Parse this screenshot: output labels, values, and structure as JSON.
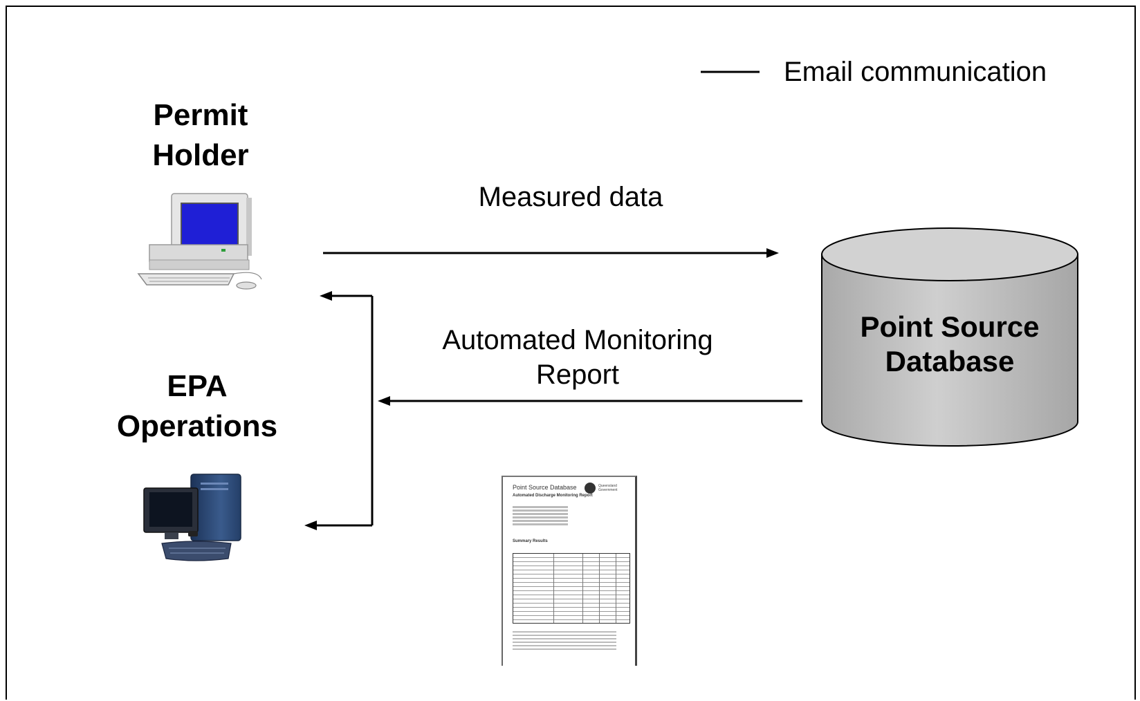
{
  "legend": {
    "label": "Email communication"
  },
  "actors": {
    "permit_holder": {
      "line1": "Permit",
      "line2": "Holder"
    },
    "epa_operations": {
      "line1": "EPA",
      "line2": "Operations"
    }
  },
  "flows": {
    "measured_data": {
      "label": "Measured data"
    },
    "monitoring_report": {
      "line1": "Automated Monitoring",
      "line2": "Report"
    }
  },
  "database": {
    "line1": "Point Source",
    "line2": "Database"
  },
  "report_document": {
    "title": "Point Source Database",
    "subtitle": "Automated Discharge Monitoring Report",
    "organisation": "Queensland Government",
    "section": "Summary Results"
  },
  "colors": {
    "line": "#000000",
    "cylinder_fill": "#c0c0c0",
    "screen": "#1f1fd6",
    "tower": "#2b4a78"
  }
}
